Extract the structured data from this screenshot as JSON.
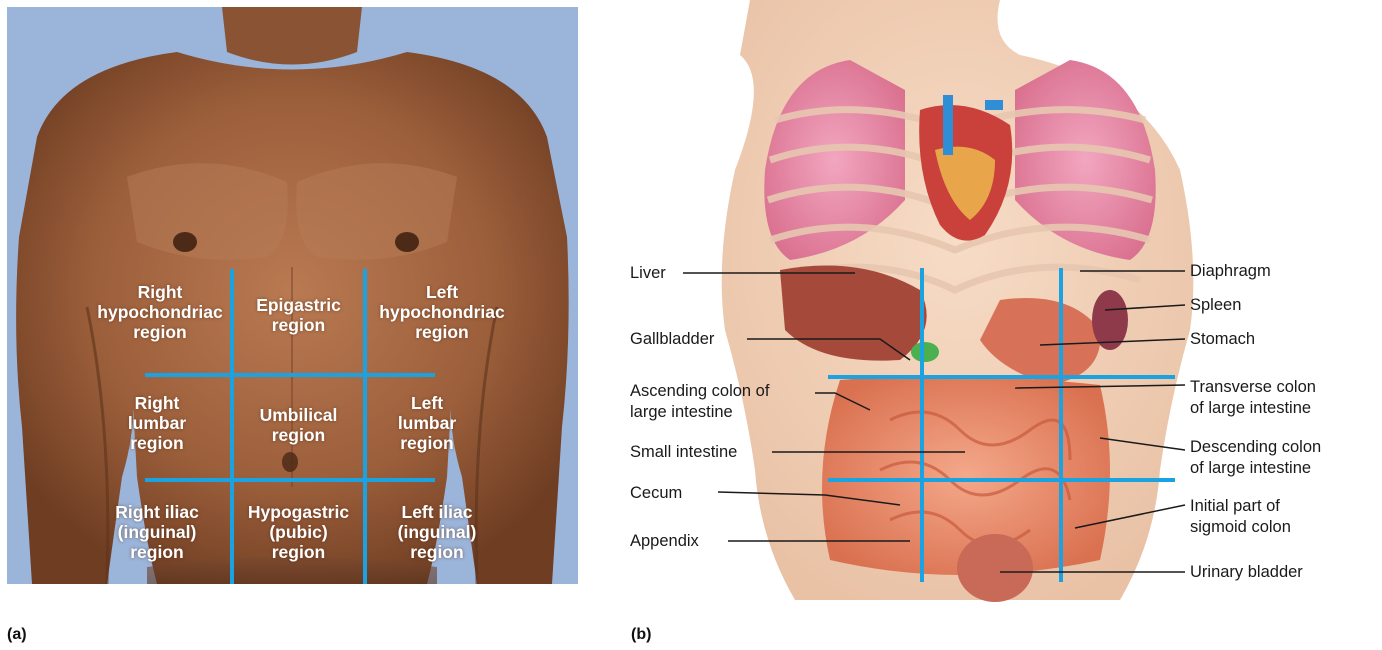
{
  "panel_a": {
    "letter": "(a)",
    "regions": {
      "right_hypochondriac": "Right\nhypochondriac\nregion",
      "epigastric": "Epigastric\nregion",
      "left_hypochondriac": "Left\nhypochondriac\nregion",
      "right_lumbar": "Right\nlumbar\nregion",
      "umbilical": "Umbilical\nregion",
      "left_lumbar": "Left\nlumbar\nregion",
      "right_iliac": "Right iliac\n(inguinal)\nregion",
      "hypogastric": "Hypogastric\n(pubic)\nregion",
      "left_iliac": "Left iliac\n(inguinal)\nregion"
    }
  },
  "panel_b": {
    "letter": "(b)",
    "left_labels": {
      "liver": "Liver",
      "gallbladder": "Gallbladder",
      "ascending_colon": "Ascending colon of\nlarge intestine",
      "small_intestine": "Small intestine",
      "cecum": "Cecum",
      "appendix": "Appendix"
    },
    "right_labels": {
      "diaphragm": "Diaphragm",
      "spleen": "Spleen",
      "stomach": "Stomach",
      "transverse_colon": "Transverse colon\nof large intestine",
      "descending_colon": "Descending colon\nof large intestine",
      "sigmoid_colon": "Initial part of\nsigmoid colon",
      "urinary_bladder": "Urinary bladder"
    }
  },
  "colors": {
    "grid_line": "#1aa3e0",
    "photo_background": "#9bb4d9",
    "skin": "#a86a45"
  }
}
